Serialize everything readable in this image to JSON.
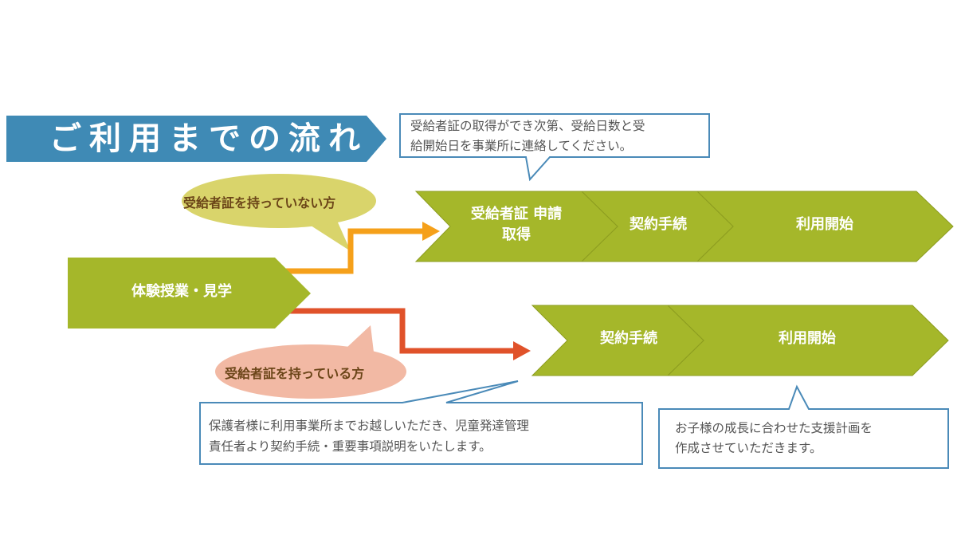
{
  "title": "ご利用までの流れ",
  "top_callout": {
    "lines": [
      "受給者証の取得ができ次第、受給日数と受",
      "給開始日を事業所に連絡してください。"
    ]
  },
  "start_step": "体験授業・見学",
  "no_certificate": {
    "label": "受給者証を持っていない方",
    "steps": [
      "受給者証 申請",
      "取得",
      "契約手続",
      "利用開始"
    ]
  },
  "has_certificate": {
    "label": "受給者証を持っている方",
    "steps": [
      "契約手続",
      "利用開始"
    ]
  },
  "bottom_left_callout": {
    "lines": [
      "保護者様に利用事業所までお越しいただき、児童発達管理",
      "責任者より契約手続・重要事項説明をいたします。"
    ]
  },
  "bottom_right_callout": {
    "lines": [
      "お子様の成長に合わせた支援計画を",
      "作成させていただきます。"
    ]
  },
  "colors": {
    "banner": "#3f8ab5",
    "step": "#a5b72a",
    "orange_arrow": "#f5a01a",
    "red_arrow": "#e0522a",
    "yellow_oval": "#d9d46b",
    "pink_oval": "#f2b9a4",
    "callout_border": "#4a8ab8"
  }
}
